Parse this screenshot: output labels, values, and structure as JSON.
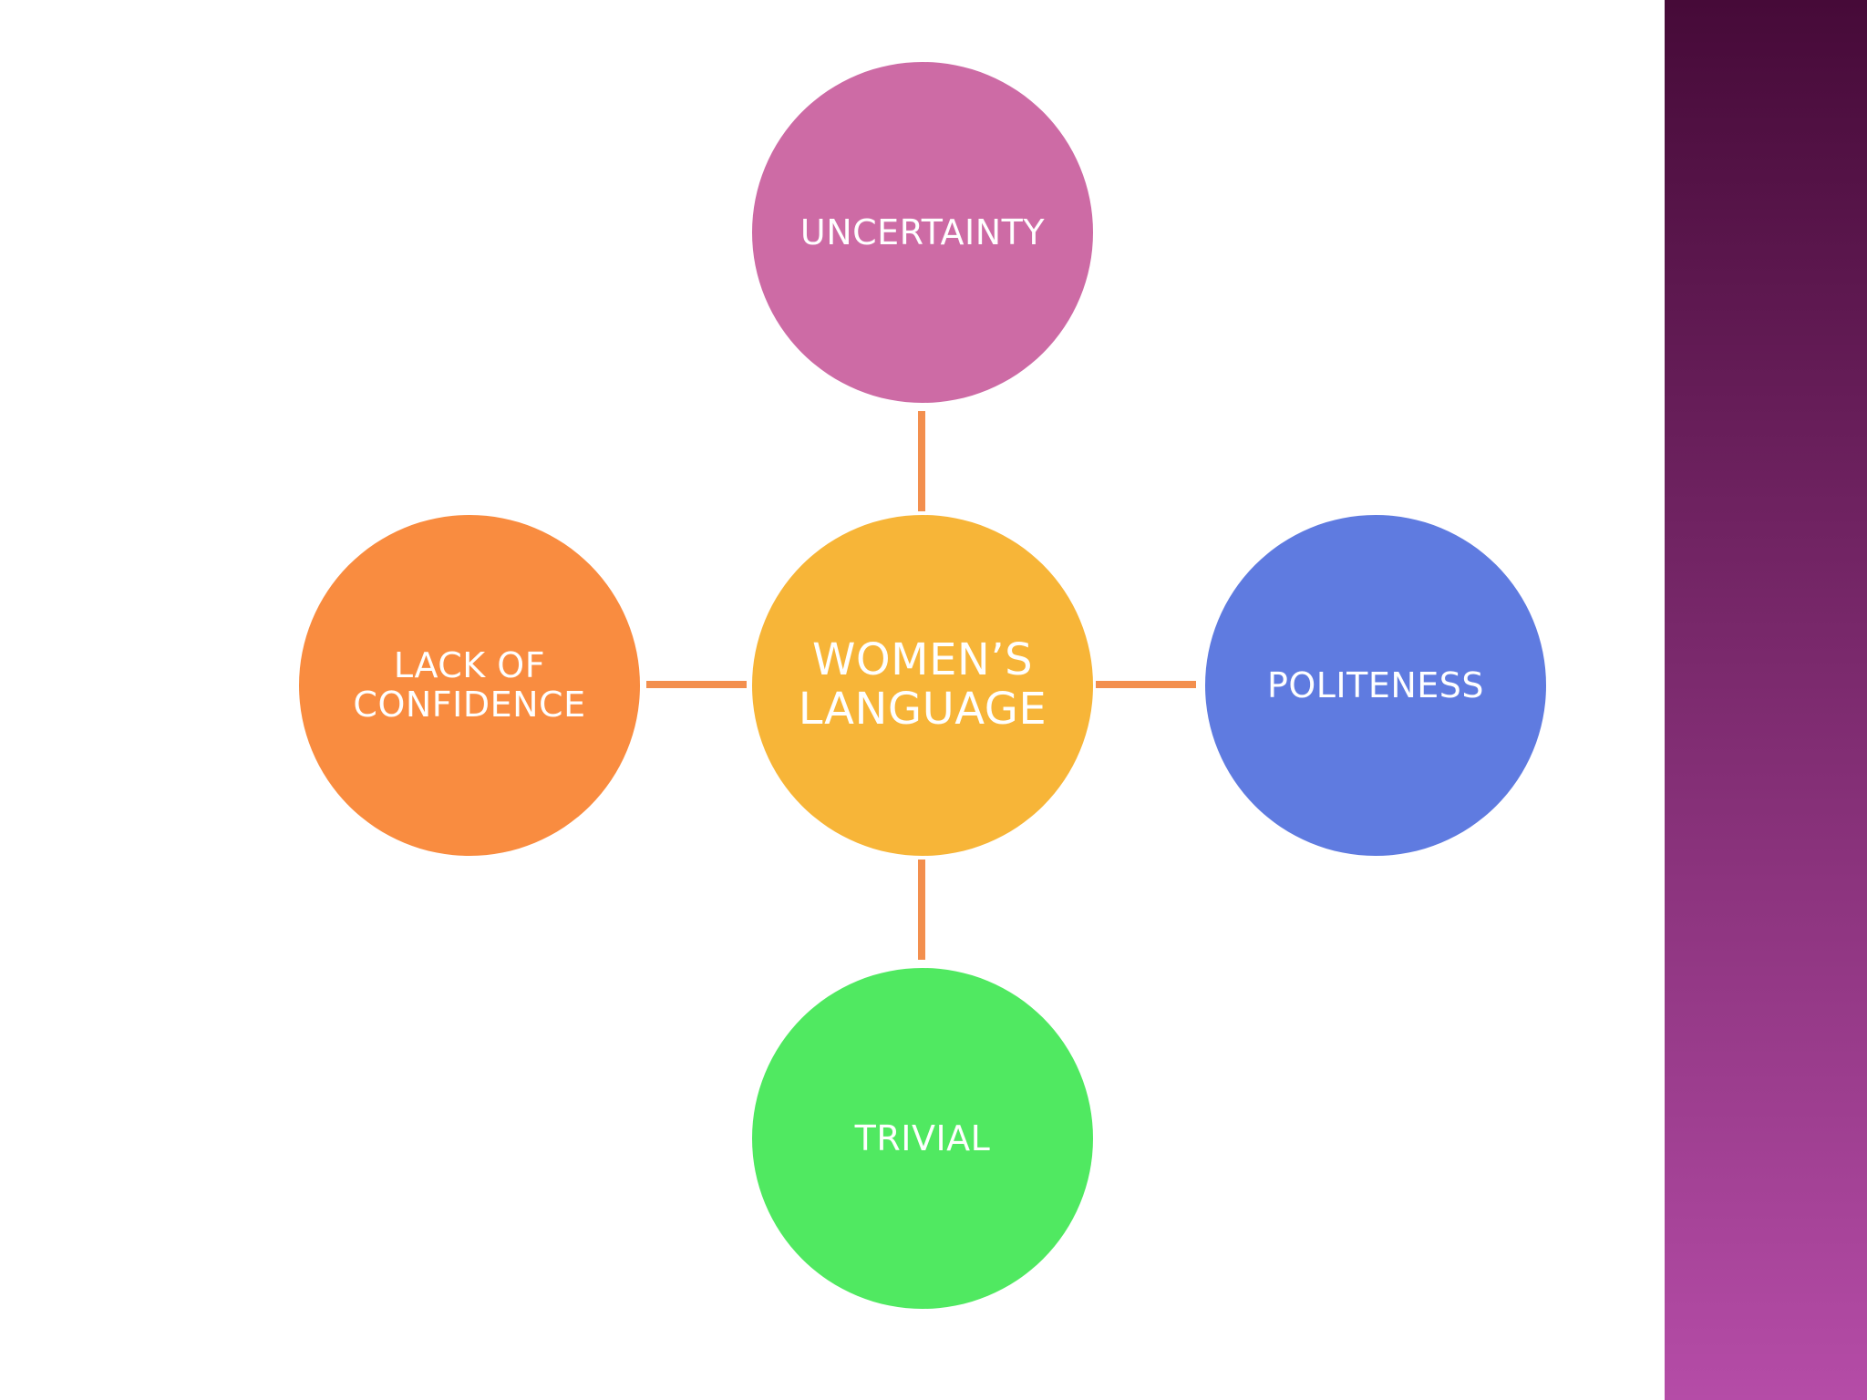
{
  "diagram": {
    "center": {
      "label": "WOMEN’S\nLANGUAGE",
      "color": "#F7B538"
    },
    "nodes": {
      "top": {
        "label": "UNCERTAINTY",
        "color": "#CD6BA5"
      },
      "left": {
        "label": "LACK OF\nCONFIDENCE",
        "color": "#F98C40"
      },
      "right": {
        "label": "POLITENESS",
        "color": "#5F7BE0"
      },
      "bottom": {
        "label": "TRIVIAL",
        "color": "#50E961"
      }
    },
    "connector_color": "#F38F4E"
  },
  "theme": {
    "background": "#FFFFFF",
    "side_band_top": "#460A38",
    "side_band_bottom": "#B54CA7"
  }
}
